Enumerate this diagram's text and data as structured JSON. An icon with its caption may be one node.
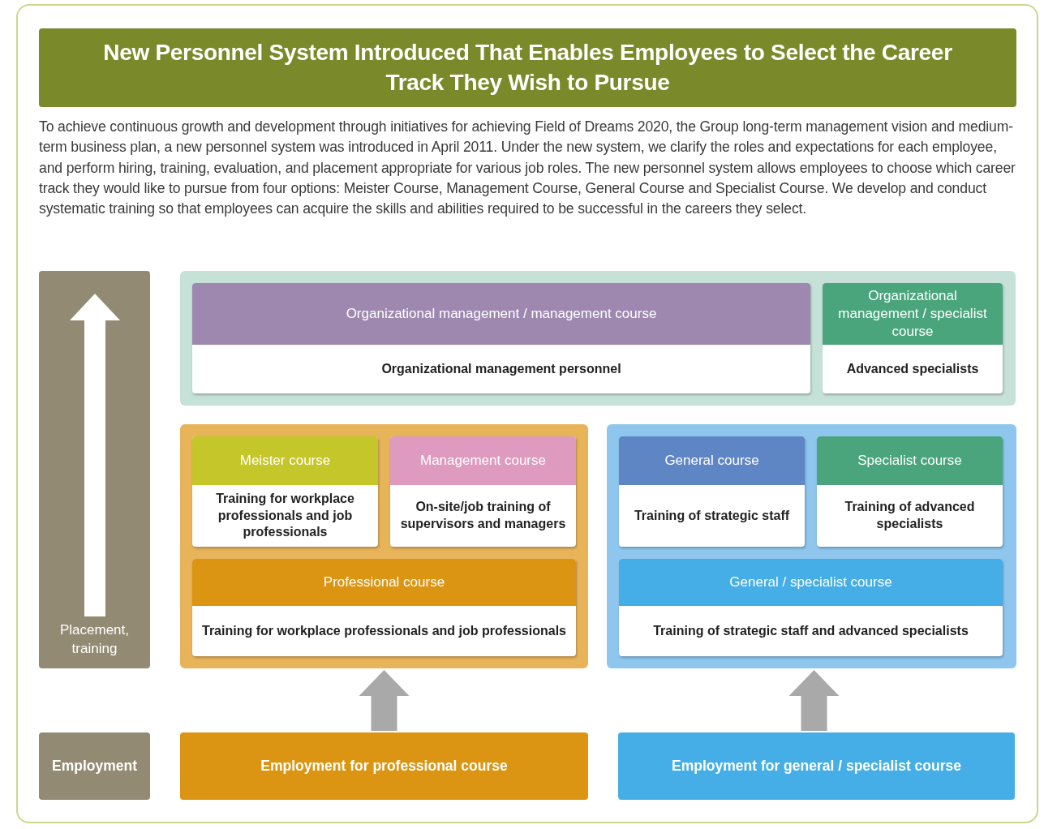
{
  "diagram": {
    "title": "New Personnel System Introduced That Enables Employees to Select the Career Track They Wish to Pursue",
    "nodes": [
      {
        "text": [
          "Placement, training"
        ]
      },
      {
        "text": [],
        "shape": "box"
      },
      {
        "text": [
          "Organizational management / management course",
          "Organizational management personnel"
        ],
        "in": 1
      },
      {
        "text": [
          "Organizational management / specialist course",
          "Advanced specialists"
        ],
        "in": 1
      },
      {
        "text": [],
        "shape": "box"
      },
      {
        "text": [
          "Meister course",
          "Training for workplace professionals and job professionals"
        ],
        "in": 4
      },
      {
        "text": [
          "Management course",
          "On-site/job training of supervisors and managers"
        ],
        "in": 4
      },
      {
        "text": [
          "Professional course",
          "Training for workplace professionals and job professionals"
        ],
        "in": 4
      },
      {
        "text": [],
        "shape": "box"
      },
      {
        "text": [
          "General course",
          "Training of strategic staff"
        ],
        "in": 8
      },
      {
        "text": [
          "Specialist course",
          "Training of advanced specialists"
        ],
        "in": 8
      },
      {
        "text": [
          "General / specialist course",
          "Training of strategic staff and advanced specialists"
        ],
        "in": 8
      },
      {
        "text": [
          "Employment"
        ]
      },
      {
        "text": [
          "Employment for professional course"
        ]
      },
      {
        "text": [
          "Employment for general / specialist course"
        ]
      }
    ],
    "edges": [
      {
        "from": 13,
        "to": 4,
        "arrow": "to",
        "style": "thick"
      },
      {
        "from": 14,
        "to": 8,
        "arrow": "to",
        "style": "thick"
      }
    ],
    "labels": [
      "To achieve continuous growth and development through initiatives for achieving Field of Dreams 2020, the Group long-term management vision and medium-term business plan, a new personnel system was introduced in April 2011. Under the new system, we clarify the roles and expectations for each employee, and perform hiring, training, evaluation, and placement appropriate for various job roles. The new personnel system allows employees to choose which career track they would like to pursue from four options: Meister Course, Management Course, General Course and Specialist Course. We develop and conduct systematic training so that employees can acquire the skills and abilities required to be successful in the careers they select."
    ]
  }
}
